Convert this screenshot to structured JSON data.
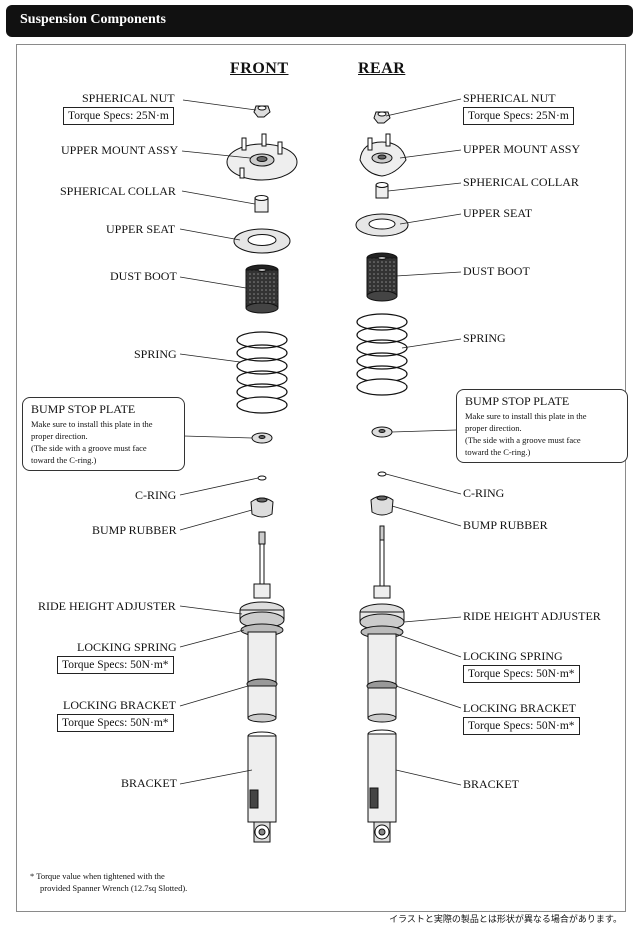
{
  "header": {
    "title": "Suspension Components"
  },
  "columns": {
    "front": "FRONT",
    "rear": "REAR"
  },
  "front": {
    "spherical_nut": "SPHERICAL NUT",
    "spherical_nut_torque": "Torque Specs: 25N·m",
    "upper_mount": "UPPER MOUNT ASSY",
    "spherical_collar": "SPHERICAL COLLAR",
    "upper_seat": "UPPER SEAT",
    "dust_boot": "DUST BOOT",
    "spring": "SPRING",
    "bump_stop_plate": {
      "title": "BUMP STOP PLATE",
      "lines": [
        "Make sure to install this plate in the",
        "proper direction.",
        "(The side with a groove must face",
        "toward the C-ring.)"
      ]
    },
    "c_ring": "C-RING",
    "bump_rubber": "BUMP RUBBER",
    "ride_height_adjuster": "RIDE HEIGHT ADJUSTER",
    "locking_spring": "LOCKING SPRING",
    "locking_spring_torque": "Torque Specs: 50N·m*",
    "locking_bracket": "LOCKING BRACKET",
    "locking_bracket_torque": "Torque Specs: 50N·m*",
    "bracket": "BRACKET"
  },
  "rear": {
    "spherical_nut": "SPHERICAL NUT",
    "spherical_nut_torque": "Torque Specs: 25N·m",
    "upper_mount": "UPPER MOUNT ASSY",
    "spherical_collar": "SPHERICAL COLLAR",
    "upper_seat": "UPPER SEAT",
    "dust_boot": "DUST BOOT",
    "spring": "SPRING",
    "bump_stop_plate": {
      "title": "BUMP STOP PLATE",
      "lines": [
        "Make sure to install this plate in the",
        "proper direction.",
        "(The side with a groove must face",
        "toward the C-ring.)"
      ]
    },
    "c_ring": "C-RING",
    "bump_rubber": "BUMP RUBBER",
    "ride_height_adjuster": "RIDE HEIGHT ADJUSTER",
    "locking_spring": "LOCKING SPRING",
    "locking_spring_torque": "Torque Specs: 50N·m*",
    "locking_bracket": "LOCKING BRACKET",
    "locking_bracket_torque": "Torque Specs: 50N·m*",
    "bracket": "BRACKET"
  },
  "footnote": {
    "line1": "* Torque value when tightened with the",
    "line2": "provided Spanner Wrench (12.7sq Slotted)."
  },
  "disclaimer": "イラストと実際の製品とは形状が異なる場合があります。"
}
